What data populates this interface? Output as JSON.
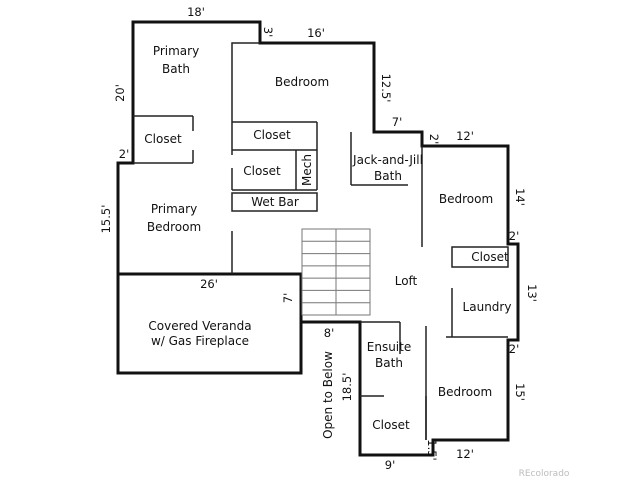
{
  "rooms": {
    "primary_bath_line1": "Primary",
    "primary_bath_line2": "Bath",
    "bedroom_top": "Bedroom",
    "closet_left": "Closet",
    "closet_center_top": "Closet",
    "closet_center": "Closet",
    "mech": "Mech",
    "wet_bar": "Wet Bar",
    "primary_bedroom_line1": "Primary",
    "primary_bedroom_line2": "Bedroom",
    "jack_and_jill_line1": "Jack-and-Jill",
    "jack_and_jill_line2": "Bath",
    "bedroom_right": "Bedroom",
    "closet_right": "Closet",
    "loft": "Loft",
    "laundry": "Laundry",
    "veranda_line1": "Covered Veranda",
    "veranda_line2": "w/ Gas Fireplace",
    "ensuite_line1": "Ensuite",
    "ensuite_line2": "Bath",
    "bedroom_bottom": "Bedroom",
    "closet_bottom": "Closet",
    "open_to_below": "Open to Below"
  },
  "dimensions": {
    "top_left_width": "18'",
    "jog_3": "3'",
    "top_width_16": "16'",
    "left_height_20": "20'",
    "right_height_12_5": "12.5'",
    "step_7": "7'",
    "step_2_upper": "2'",
    "width_12_upper": "12'",
    "left_step_2": "2'",
    "left_height_15_5": "15.5'",
    "right_height_14": "14'",
    "right_step_2_mid": "2'",
    "veranda_width_26": "26'",
    "veranda_height_7": "7'",
    "right_height_13": "13'",
    "step_8": "8'",
    "right_step_2_lower": "2'",
    "left_height_18_5": "18.5'",
    "right_height_15": "15'",
    "step_1_5": "1.5'",
    "bottom_width_9": "9'",
    "bottom_width_12": "12'"
  },
  "watermark": "REcolorado"
}
